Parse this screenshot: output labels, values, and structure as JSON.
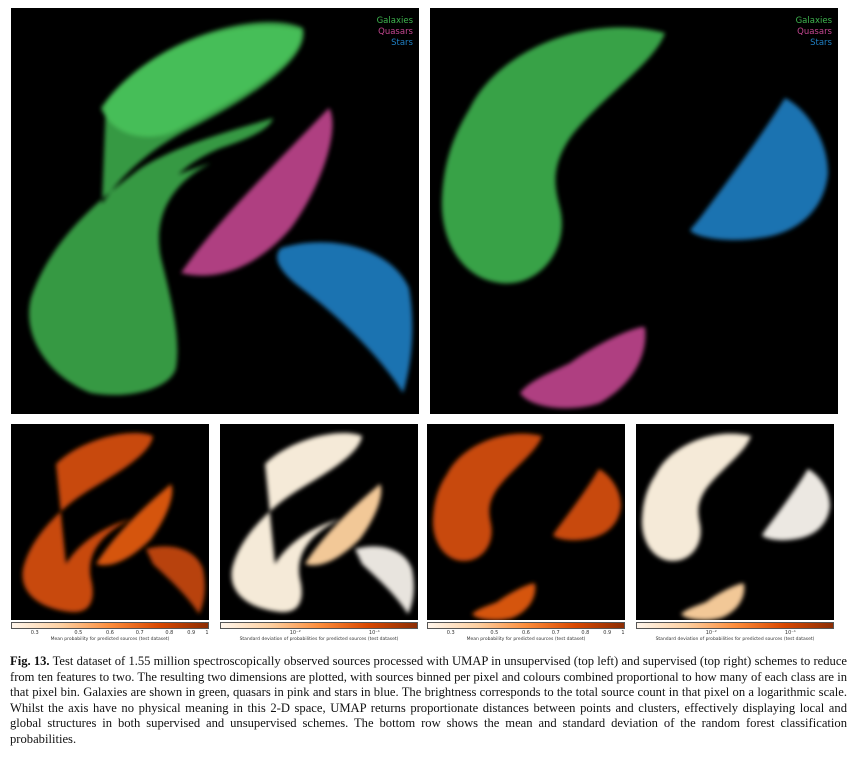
{
  "figure": {
    "legend": {
      "galaxies": "Galaxies",
      "quasars": "Quasars",
      "stars": "Stars"
    },
    "colors": {
      "galaxies": "#3fb44f",
      "quasars": "#c2468f",
      "stars": "#1f7fc4",
      "mean_map_low": "#fff5eb",
      "mean_map_high": "#8c2d04"
    },
    "panels": [
      {
        "name": "unsupervised-umap",
        "scheme": "unsupervised"
      },
      {
        "name": "supervised-umap",
        "scheme": "supervised"
      }
    ],
    "colorbars": [
      {
        "label": "Mean probability for predicted sources (test dataset)",
        "ticks": [
          "0.3",
          "0.5",
          "0.6",
          "0.7",
          "0.8",
          "0.9",
          "1"
        ]
      },
      {
        "label": "Standard deviation of probabilities for predicted sources (test dataset)",
        "ticks": [
          "10⁻²",
          "10⁻¹"
        ]
      },
      {
        "label": "Mean probability for predicted sources (test dataset)",
        "ticks": [
          "0.3",
          "0.5",
          "0.6",
          "0.7",
          "0.8",
          "0.9",
          "1"
        ]
      },
      {
        "label": "Standard deviation of probabilities for predicted sources (test dataset)",
        "ticks": [
          "10⁻²",
          "10⁻¹"
        ]
      }
    ]
  },
  "caption": {
    "label": "Fig. 13.",
    "text": " Test dataset of 1.55 million spectroscopically observed sources processed with UMAP in unsupervised (top left) and supervised (top right) schemes to reduce from ten features to two. The resulting two dimensions are plotted, with sources binned per pixel and colours combined proportional to how many of each class are in that pixel bin. Galaxies are shown in green, quasars in pink and stars in blue. The brightness corresponds to the total source count in that pixel on a logarithmic scale. Whilst the axis have no physical meaning in this 2-D space, UMAP returns proportionate distances between points and clusters, effectively displaying local and global structures in both supervised and unsupervised schemes. The bottom row shows the mean and standard deviation of the random forest classification probabilities."
  }
}
